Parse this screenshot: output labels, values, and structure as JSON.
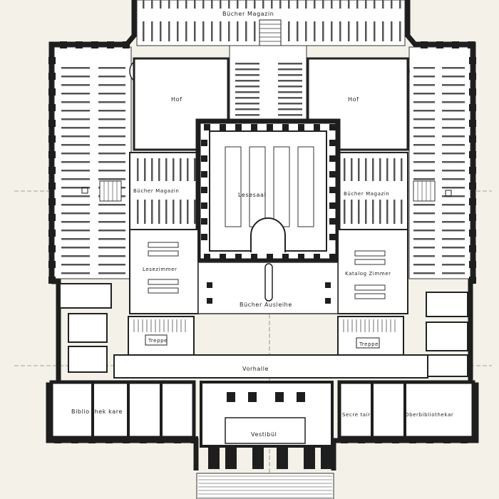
{
  "plan": {
    "colors": {
      "paper": "#f3f1e8",
      "wall": "#1e1e1e",
      "line": "#3a3a3a",
      "room": "#ffffff",
      "shelf": "#4a4a4a"
    },
    "rooms": {
      "magazin_top": "Bücher  Magazin",
      "hof_left": "Hof",
      "hof_right": "Hof",
      "magazin_left": "Bücher Magazin",
      "lesesaal": "Lesesaal",
      "magazin_right": "Bücher Magazin",
      "lesezimmer": "Lesezimmer",
      "katalog": "Katalog Zimmer",
      "ausleihe": "Bücher Ausleihe",
      "treppe_left": "Treppe",
      "treppe_right": "Treppe",
      "vorhalle": "Vorhalle",
      "bibliothekare": "Biblio  thek  kare",
      "secretaere": "Secre  taire",
      "oberbibliothekar": "Oberbibliothekar",
      "vestibuel": "Vestibül"
    }
  }
}
